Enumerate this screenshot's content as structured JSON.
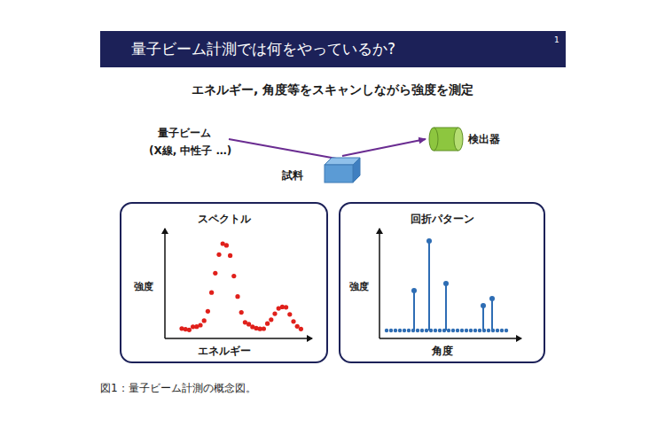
{
  "diagram": {
    "title": "量子ビーム計測では何をやっているか?",
    "caption": "図1：量子ビーム計測の概念図。",
    "nodes": [
      {
        "text": [
          "試料"
        ]
      },
      {
        "text": [
          "検出器"
        ]
      },
      {
        "text": [
          "スペクトル",
          "強度",
          "エネルギー"
        ]
      },
      {
        "text": [
          "回折パターン",
          "強度",
          "角度"
        ]
      }
    ],
    "edges": [
      {
        "from": 0,
        "to": 1,
        "arrow": "to"
      }
    ],
    "labels": [
      "1",
      "エネルギー, 角度等をスキャンしながら強度を測定",
      "量子ビーム",
      "(X線, 中性子 …)"
    ]
  }
}
